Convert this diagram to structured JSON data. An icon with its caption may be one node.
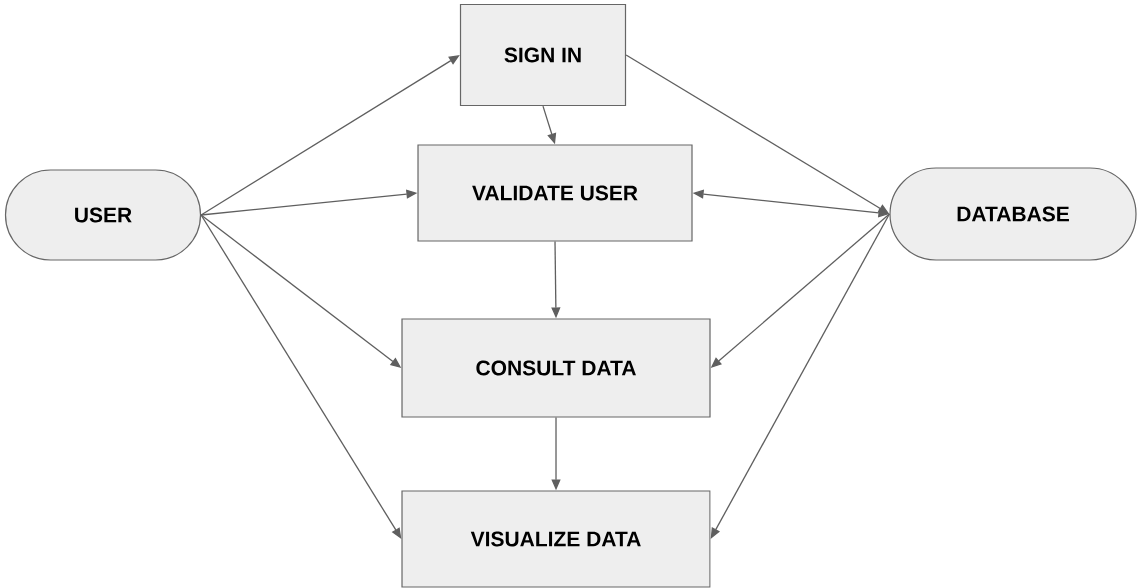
{
  "diagram": {
    "nodes": [
      {
        "text": [
          "USER"
        ]
      },
      {
        "text": [
          "SIGN IN"
        ]
      },
      {
        "text": [
          "VALIDATE USER"
        ]
      },
      {
        "text": [
          "CONSULT DATA"
        ]
      },
      {
        "text": [
          "VISUALIZE DATA"
        ]
      },
      {
        "text": [
          "DATABASE"
        ]
      }
    ],
    "edges": [
      {
        "from": 0,
        "to": 1,
        "arrow": "to"
      },
      {
        "from": 0,
        "to": 2,
        "arrow": "to"
      },
      {
        "from": 0,
        "to": 3,
        "arrow": "to"
      },
      {
        "from": 0,
        "to": 4,
        "arrow": "to"
      },
      {
        "from": 1,
        "to": 2,
        "arrow": "to"
      },
      {
        "from": 2,
        "to": 3,
        "arrow": "to"
      },
      {
        "from": 3,
        "to": 4,
        "arrow": "to"
      },
      {
        "from": 1,
        "to": 5,
        "arrow": "to"
      },
      {
        "from": 5,
        "to": 2,
        "arrow": "both"
      },
      {
        "from": 5,
        "to": 3,
        "arrow": "to"
      },
      {
        "from": 5,
        "to": 4,
        "arrow": "to"
      }
    ]
  }
}
